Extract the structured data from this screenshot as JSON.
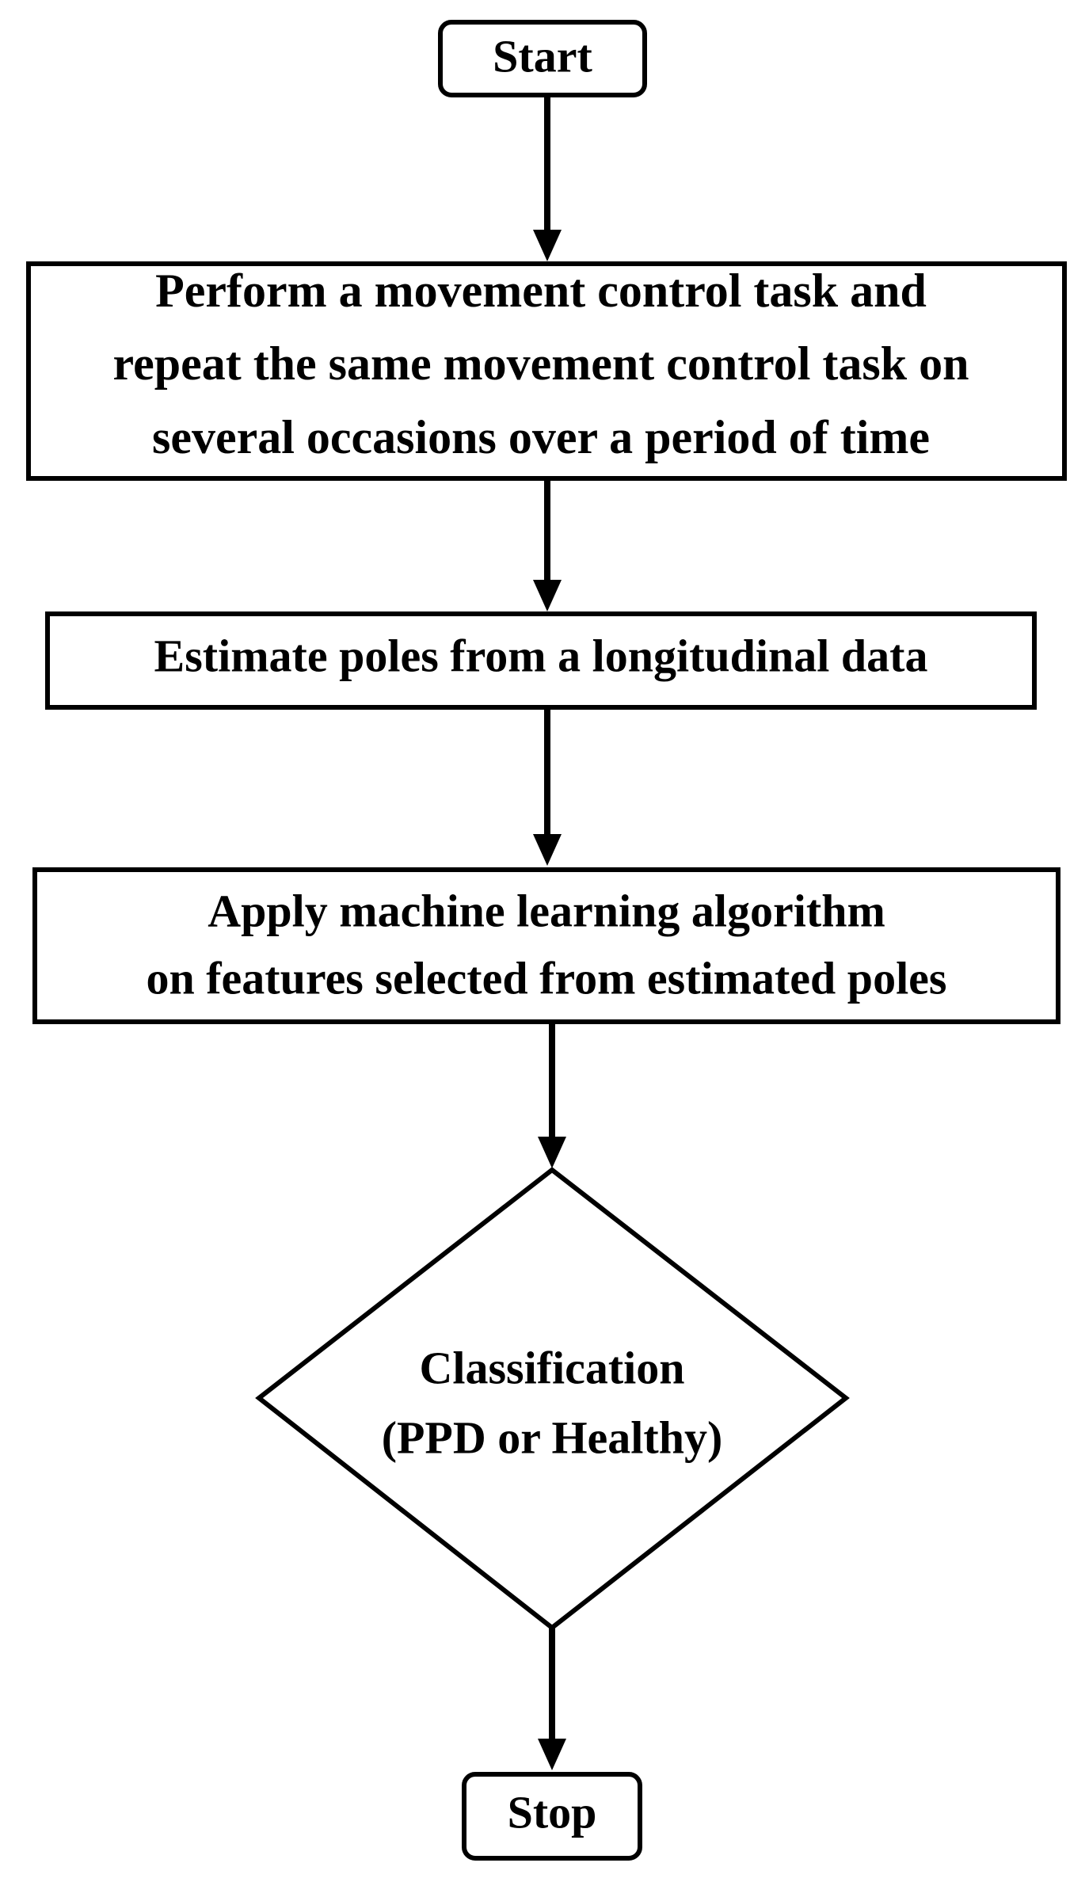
{
  "diagram": {
    "nodes": {
      "start": {
        "shape": "terminal",
        "lines": [
          "Start"
        ]
      },
      "step1": {
        "shape": "process",
        "lines": [
          "Perform a movement control task and",
          "repeat the same movement control task on",
          "several occasions over a period of time"
        ]
      },
      "step2": {
        "shape": "process",
        "lines": [
          "Estimate poles from a longitudinal data"
        ]
      },
      "step3": {
        "shape": "process",
        "lines": [
          "Apply machine learning algorithm",
          "on features selected from estimated poles"
        ]
      },
      "decision": {
        "shape": "decision",
        "lines": [
          "Classification",
          "(PPD or Healthy)"
        ]
      },
      "stop": {
        "shape": "terminal",
        "lines": [
          "Stop"
        ]
      }
    },
    "edges": [
      {
        "from": "start",
        "to": "step1"
      },
      {
        "from": "step1",
        "to": "step2"
      },
      {
        "from": "step2",
        "to": "step3"
      },
      {
        "from": "step3",
        "to": "decision"
      },
      {
        "from": "decision",
        "to": "stop"
      }
    ],
    "colors": {
      "stroke": "#000000",
      "fill": "#ffffff",
      "text": "#000000"
    }
  }
}
